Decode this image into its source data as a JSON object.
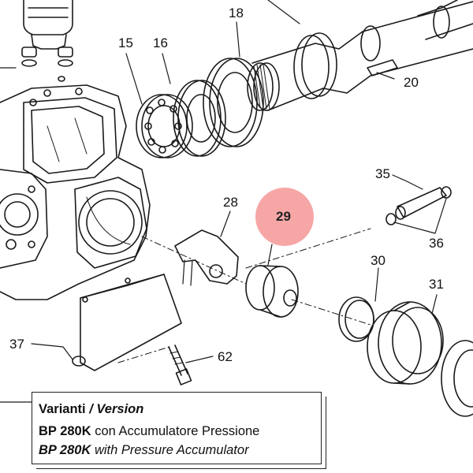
{
  "highlight": {
    "part": "29",
    "color": "#f26b6b"
  },
  "part_labels": {
    "p18": "18",
    "p15": "15",
    "p16": "16",
    "p20": "20",
    "p28": "28",
    "p29": "29",
    "p35": "35",
    "p36": "36",
    "p30": "30",
    "p31": "31",
    "p37": "37",
    "p62": "62"
  },
  "legend": {
    "heading_it": "Varianti",
    "separator": "/",
    "heading_en": "Version",
    "model_it": "BP 280K",
    "desc_it": "con Accumulatore Pressione",
    "model_en": "BP 280K",
    "desc_en": "with Pressure Accumulator"
  }
}
